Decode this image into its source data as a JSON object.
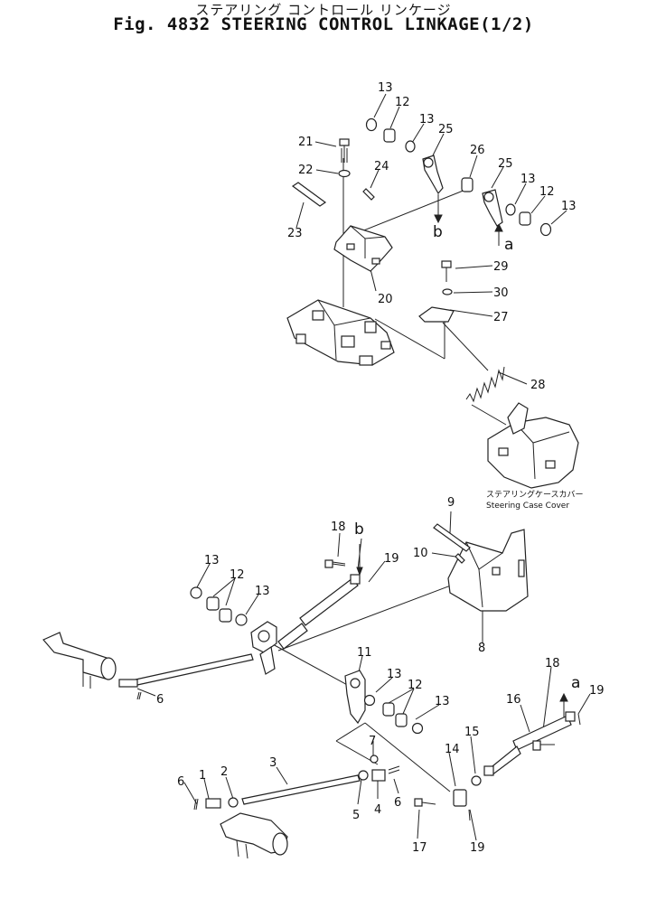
{
  "title": {
    "japanese": "ステアリング コントロール リンケージ",
    "english": "Fig. 4832 STEERING CONTROL LINKAGE(1/2)"
  },
  "callouts": {
    "c13": "13",
    "c12": "12",
    "c21": "21",
    "c22": "22",
    "c23": "23",
    "c24": "24",
    "c25": "25",
    "c26": "26",
    "c20": "20",
    "c29": "29",
    "c30": "30",
    "c27": "27",
    "c28": "28",
    "c9": "9",
    "c10": "10",
    "c8": "8",
    "c18": "18",
    "c19": "19",
    "c11": "11",
    "c6": "6",
    "c16": "16",
    "c15": "15",
    "c14": "14",
    "c17": "17",
    "c7": "7",
    "c5": "5",
    "c4": "4",
    "c3": "3",
    "c2": "2",
    "c1": "1",
    "ref_a": "a",
    "ref_b": "b"
  },
  "cover_caption": {
    "japanese": "ステアリングケースカバー",
    "english": "Steering Case Cover"
  }
}
